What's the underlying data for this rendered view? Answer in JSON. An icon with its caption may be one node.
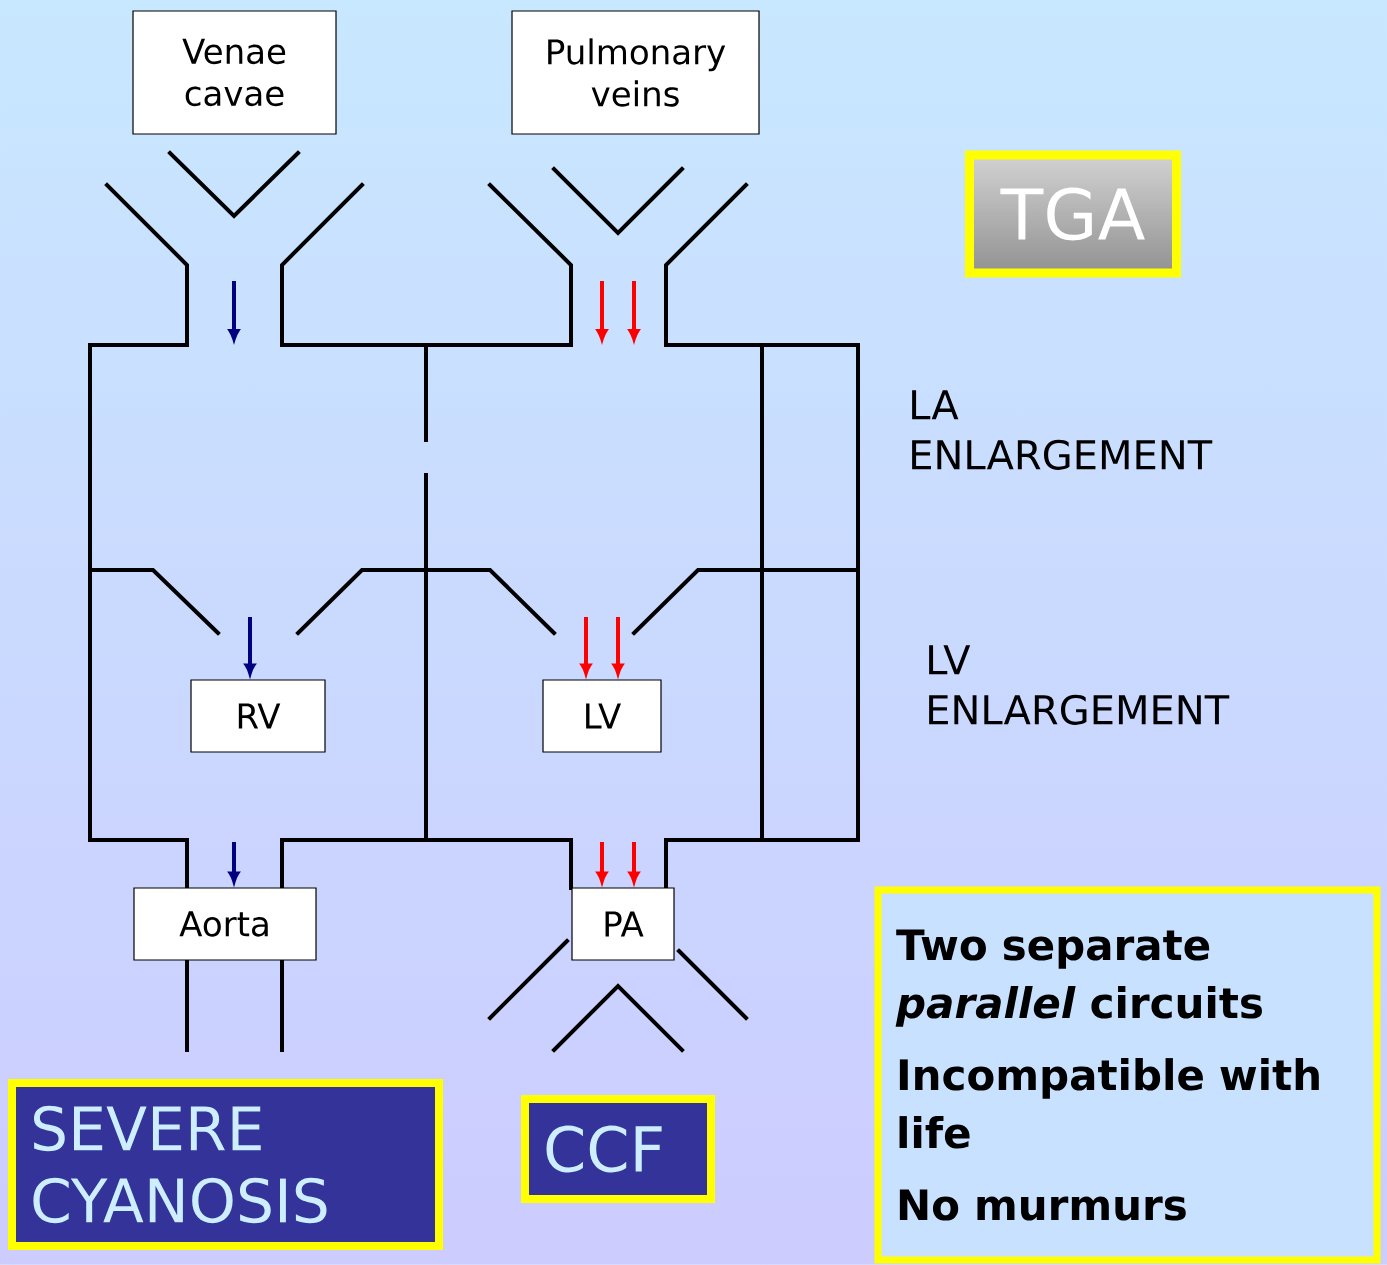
{
  "diagram": {
    "title": "TGA",
    "nodes": [
      {
        "text": [
          "Venae cavae"
        ]
      },
      {
        "text": [
          "Pulmonary veins"
        ]
      },
      {
        "text": [
          "RV"
        ]
      },
      {
        "text": [
          "LV"
        ]
      },
      {
        "text": [
          "Aorta"
        ]
      },
      {
        "text": [
          "PA"
        ]
      },
      {
        "text": [
          "SEVERE CYANOSIS"
        ]
      },
      {
        "text": [
          "CCF"
        ]
      },
      {
        "text": [
          "Two separate *parallel* circuits",
          "Incompatible with life",
          "No murmurs"
        ]
      }
    ],
    "edges": [
      {
        "from": null,
        "to": 2,
        "arrow": "to",
        "color": "#000080"
      },
      {
        "from": null,
        "to": 3,
        "arrow": "to",
        "color": "#ff0000"
      },
      {
        "from": null,
        "to": 3,
        "arrow": "to",
        "color": "#ff0000"
      },
      {
        "from": null,
        "to": 4,
        "arrow": "to",
        "color": "#000080"
      },
      {
        "from": null,
        "to": 5,
        "arrow": "to",
        "color": "#ff0000"
      },
      {
        "from": null,
        "to": 5,
        "arrow": "to",
        "color": "#ff0000"
      }
    ],
    "labels": [
      "LA ENLARGEMENT",
      "LV ENLARGEMENT"
    ]
  }
}
